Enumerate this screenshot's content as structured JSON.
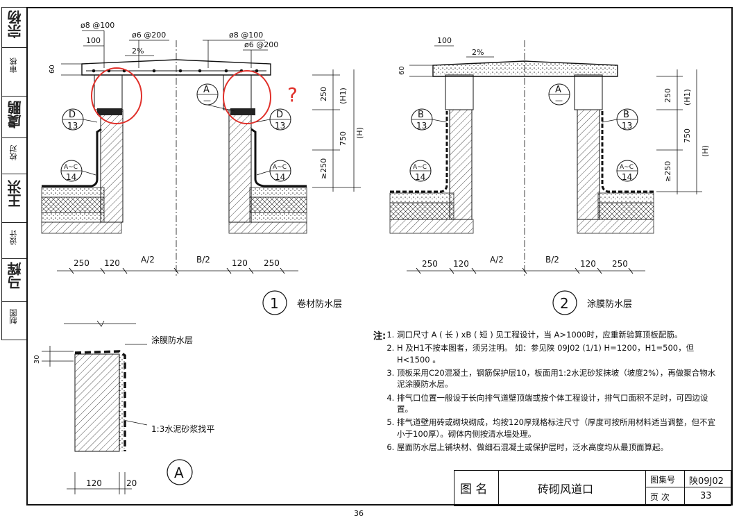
{
  "side_strip": {
    "approve": "审核",
    "check": "校对",
    "design": "设计",
    "drawing": "制图",
    "sig1": "宗杨",
    "sig2": "虞鹏",
    "sig3": "王洪",
    "sig4": "马辉"
  },
  "detail1": {
    "bar_top_left": "ø8 @100",
    "dim_100": "100",
    "bar_top_mid": "ø6 @200",
    "bar_top_right": "ø8 @100",
    "bar_right": "ø6 @200",
    "slope": "2%",
    "dim_60": "60",
    "dim_250": "250",
    "dim_750": "750",
    "dim_ge250": "≥250",
    "dim_H1": "(H1)",
    "dim_H": "(H)",
    "marker_A_top": "A",
    "marker_A_bot": "—",
    "marker_D_top": "D",
    "marker_D_bot": "13",
    "marker_AC_top": "A~C",
    "marker_AC_bot": "14",
    "bottom_dims": [
      "250",
      "120",
      "A/2",
      "B/2",
      "120",
      "250"
    ],
    "number": "1",
    "caption": "卷材防水层",
    "annotation": "?"
  },
  "detail2": {
    "dim_100": "100",
    "slope": "2%",
    "dim_60": "60",
    "dim_250": "250",
    "dim_750": "750",
    "dim_ge250": "≥250",
    "dim_H1": "(H1)",
    "dim_H": "(H)",
    "marker_A_top": "A",
    "marker_A_bot": "—",
    "marker_B_top": "B",
    "marker_B_bot": "13",
    "marker_AC_top": "A~C",
    "marker_AC_bot": "14",
    "bottom_dims": [
      "250",
      "120",
      "A/2",
      "B/2",
      "120",
      "250"
    ],
    "number": "2",
    "caption": "涂膜防水层"
  },
  "detailA": {
    "label_coating": "涂膜防水层",
    "label_mortar": "1:3水泥砂浆找平",
    "dim_30": "30",
    "dim_120": "120",
    "dim_20": "20",
    "letter": "A"
  },
  "notes": {
    "heading": "注:",
    "items": [
      "洞口尺寸 A ( 长 ) xB ( 短 ) 见工程设计，当 A>1000时，应重新验算顶板配筋。",
      "H 及H1不按本图者，须另注明。 如：参见陕 09J02 (1/1) H=1200，H1=500，但 H<1500 。",
      "顶板采用C20混凝土，钢筋保护层10，板面用1:2水泥砂浆抹坡（坡度2%），再做聚合物水泥涂膜防水层。",
      "排气口位置一般设于长向排气道壁顶端或按个体工程设计，排气口面积不足时，可四边设置。",
      "排气道壁用砖或砌块砌成，均按120厚规格标注尺寸（厚度可按所用材料适当调整，但不宜小于100厚）。砌体内侧按清水墙处理。",
      "屋面防水层上铺块材、做细石混凝土或保护层时，泛水高度均从最顶面算起。"
    ]
  },
  "title_block": {
    "label_name": "图 名",
    "title": "砖砌风道口",
    "label_atlas": "图集号",
    "atlas": "陕09J02",
    "label_page": "页 次",
    "page": "33"
  },
  "page_number": "36"
}
